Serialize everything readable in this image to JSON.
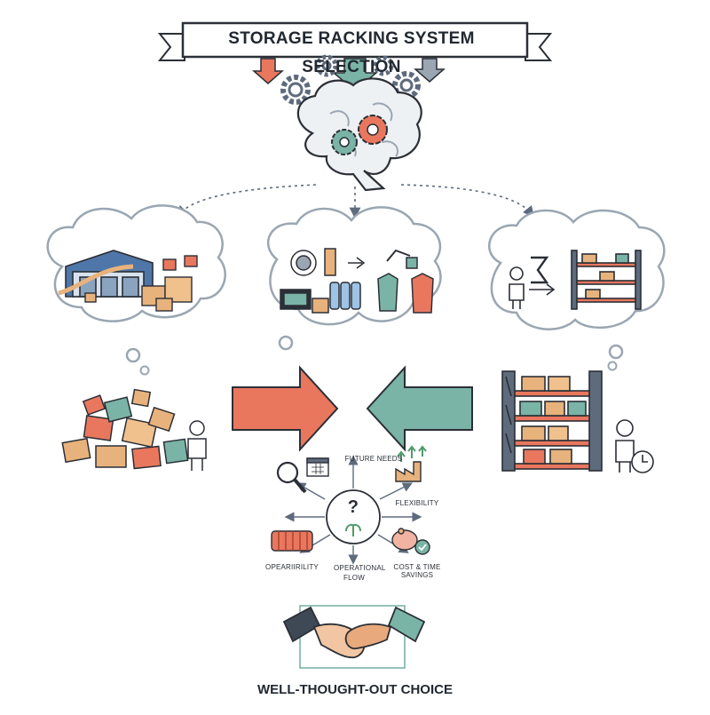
{
  "banner": {
    "title": "STORAGE RACKING SYSTEM SELECTION"
  },
  "factors": {
    "future_needs": "FUTURE NEEDS",
    "flexibility": "FLEXIBILITY",
    "operability": "OPEARIIRILITY",
    "operational_flow": "OPERATIONAL FLOW",
    "cost_time_savings": "COST & TIME SAVINGS"
  },
  "center_symbol": "?",
  "footer": {
    "label": "WELL-THOUGHT-OUT CHOICE"
  },
  "colors": {
    "coral": "#e9775e",
    "teal": "#7ab4a6",
    "dark": "#2b2f36",
    "box": "#e8b27c",
    "steel": "#5e6b7d",
    "outline": "#9aa6b2"
  }
}
